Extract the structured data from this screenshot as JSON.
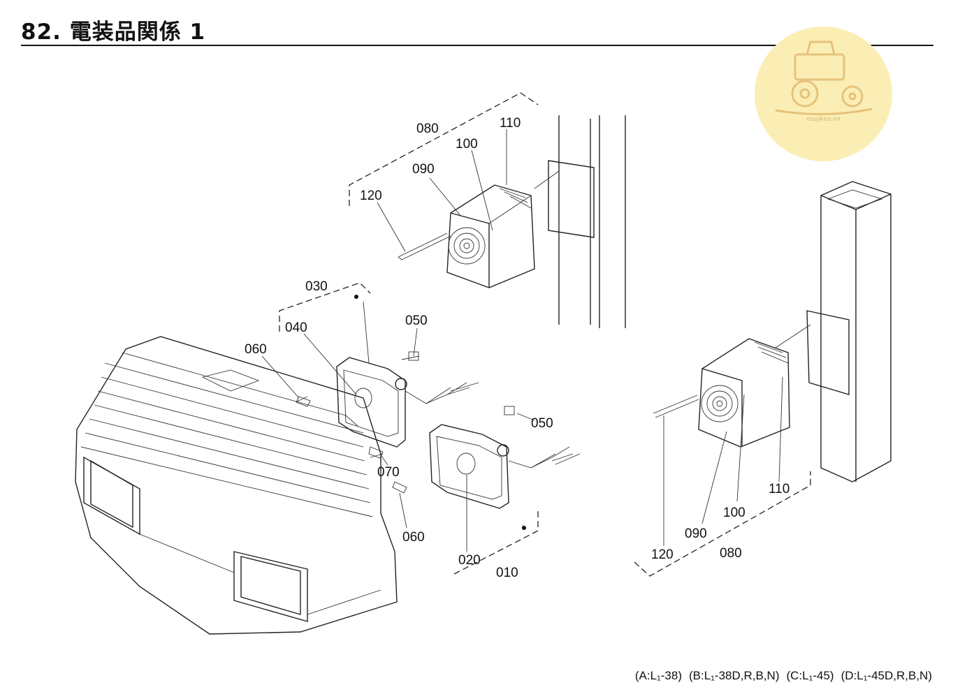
{
  "header": {
    "title": "82. 電装品関係 1"
  },
  "logo": {
    "icon": "tractor-icon",
    "text": "maykeo.vn",
    "color": "#fbeeb5"
  },
  "callouts": {
    "c010": "010",
    "c020": "020",
    "c030": "030",
    "c040": "040",
    "c050a": "050",
    "c050b": "050",
    "c060a": "060",
    "c060b": "060",
    "c070": "070",
    "c080a": "080",
    "c080b": "080",
    "c090a": "090",
    "c090b": "090",
    "c100a": "100",
    "c100b": "100",
    "c110a": "110",
    "c110b": "110",
    "c120a": "120",
    "c120b": "120"
  },
  "footer": {
    "a": "(A:L₁-38)",
    "b": "(B:L₁-38D,R,B,N)",
    "c": "(C:L₁-45)",
    "d": "(D:L₁-45D,R,B,N)"
  }
}
